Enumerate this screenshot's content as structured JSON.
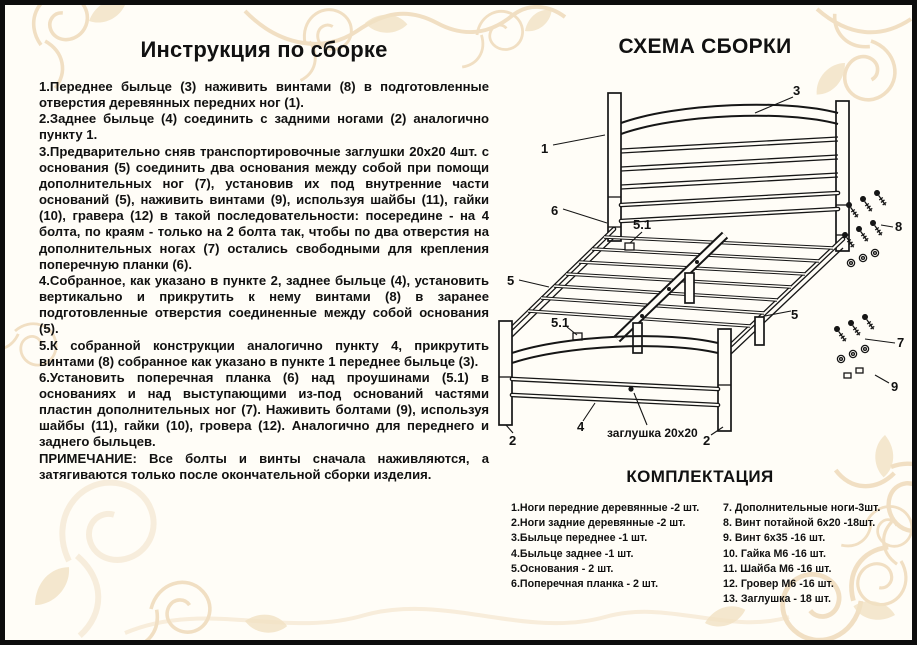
{
  "left": {
    "title": "Инструкция по сборке",
    "steps": [
      "1.Переднее быльце (3) наживить винтами (8) в подготовленные отверстия деревянных передних ног (1).",
      "2.Заднее быльце (4) соединить с задними ногами (2) аналогично пункту 1.",
      "3.Предварительно сняв транспортировочные заглушки 20х20 4шт. с основания (5) соединить два основания между собой при помощи дополнительных ног (7), установив их под внутренние части оснований (5), наживить винтами (9), используя шайбы (11), гайки (10), гравера (12) в такой последовательности: посередине - на 4 болта, по краям - только на 2 болта так, чтобы по два отверстия на дополнительных ногах (7) остались свободными для крепления поперечную планки (6).",
      "4.Собранное, как указано в пункте 2, заднее быльце (4), установить вертикально и прикрутить к нему винтами (8) в заранее подготовленные отверстия соединенные между собой основания (5).",
      "5.К собранной конструкции аналогично пункту 4, прикрутить винтами (8) собранное как указано в пункте 1 переднее быльце (3).",
      "6.Установить поперечная планка (6) над проушинами (5.1) в основаниях и над выступающими из-под оснований частями пластин дополнительных ног (7). Наживить болтами (9), используя шайбы (11), гайки (10), гровера (12). Аналогично для переднего и заднего быльцев."
    ],
    "note": "ПРИМЕЧАНИЕ: Все болты и винты сначала наживляются, а затягиваются только после окончательной сборки изделия."
  },
  "diagram": {
    "title": "СХЕМА СБОРКИ",
    "plug_label": "заглушка 20х20",
    "callouts": {
      "c1": "1",
      "c3": "3",
      "c6": "6",
      "c51a": "5.1",
      "c51b": "5.1",
      "c5a": "5",
      "c5b": "5",
      "c2a": "2",
      "c2b": "2",
      "c4": "4",
      "c7": "7",
      "c8": "8",
      "c9": "9"
    }
  },
  "parts": {
    "title": "КОМПЛЕКТАЦИЯ",
    "left": [
      "1.Ноги передние деревянные -2 шт.",
      "2.Ноги задние деревянные -2 шт.",
      "3.Быльце переднее -1 шт.",
      "4.Быльце заднее -1 шт.",
      "5.Основания - 2 шт.",
      "6.Поперечная планка - 2 шт."
    ],
    "right": [
      "7. Дополнительные ноги-3шт.",
      "8. Винт потайной 6х20 -18шт.",
      "9. Винт 6х35 -16 шт.",
      "10. Гайка М6 -16 шт.",
      "11. Шайба М6 -16 шт.",
      "12. Гровер М6 -16 шт.",
      "13. Заглушка - 18 шт."
    ]
  },
  "colors": {
    "ornament": "#e9d0a8",
    "leaf": "#f2e1c3",
    "ink": "#111111"
  }
}
